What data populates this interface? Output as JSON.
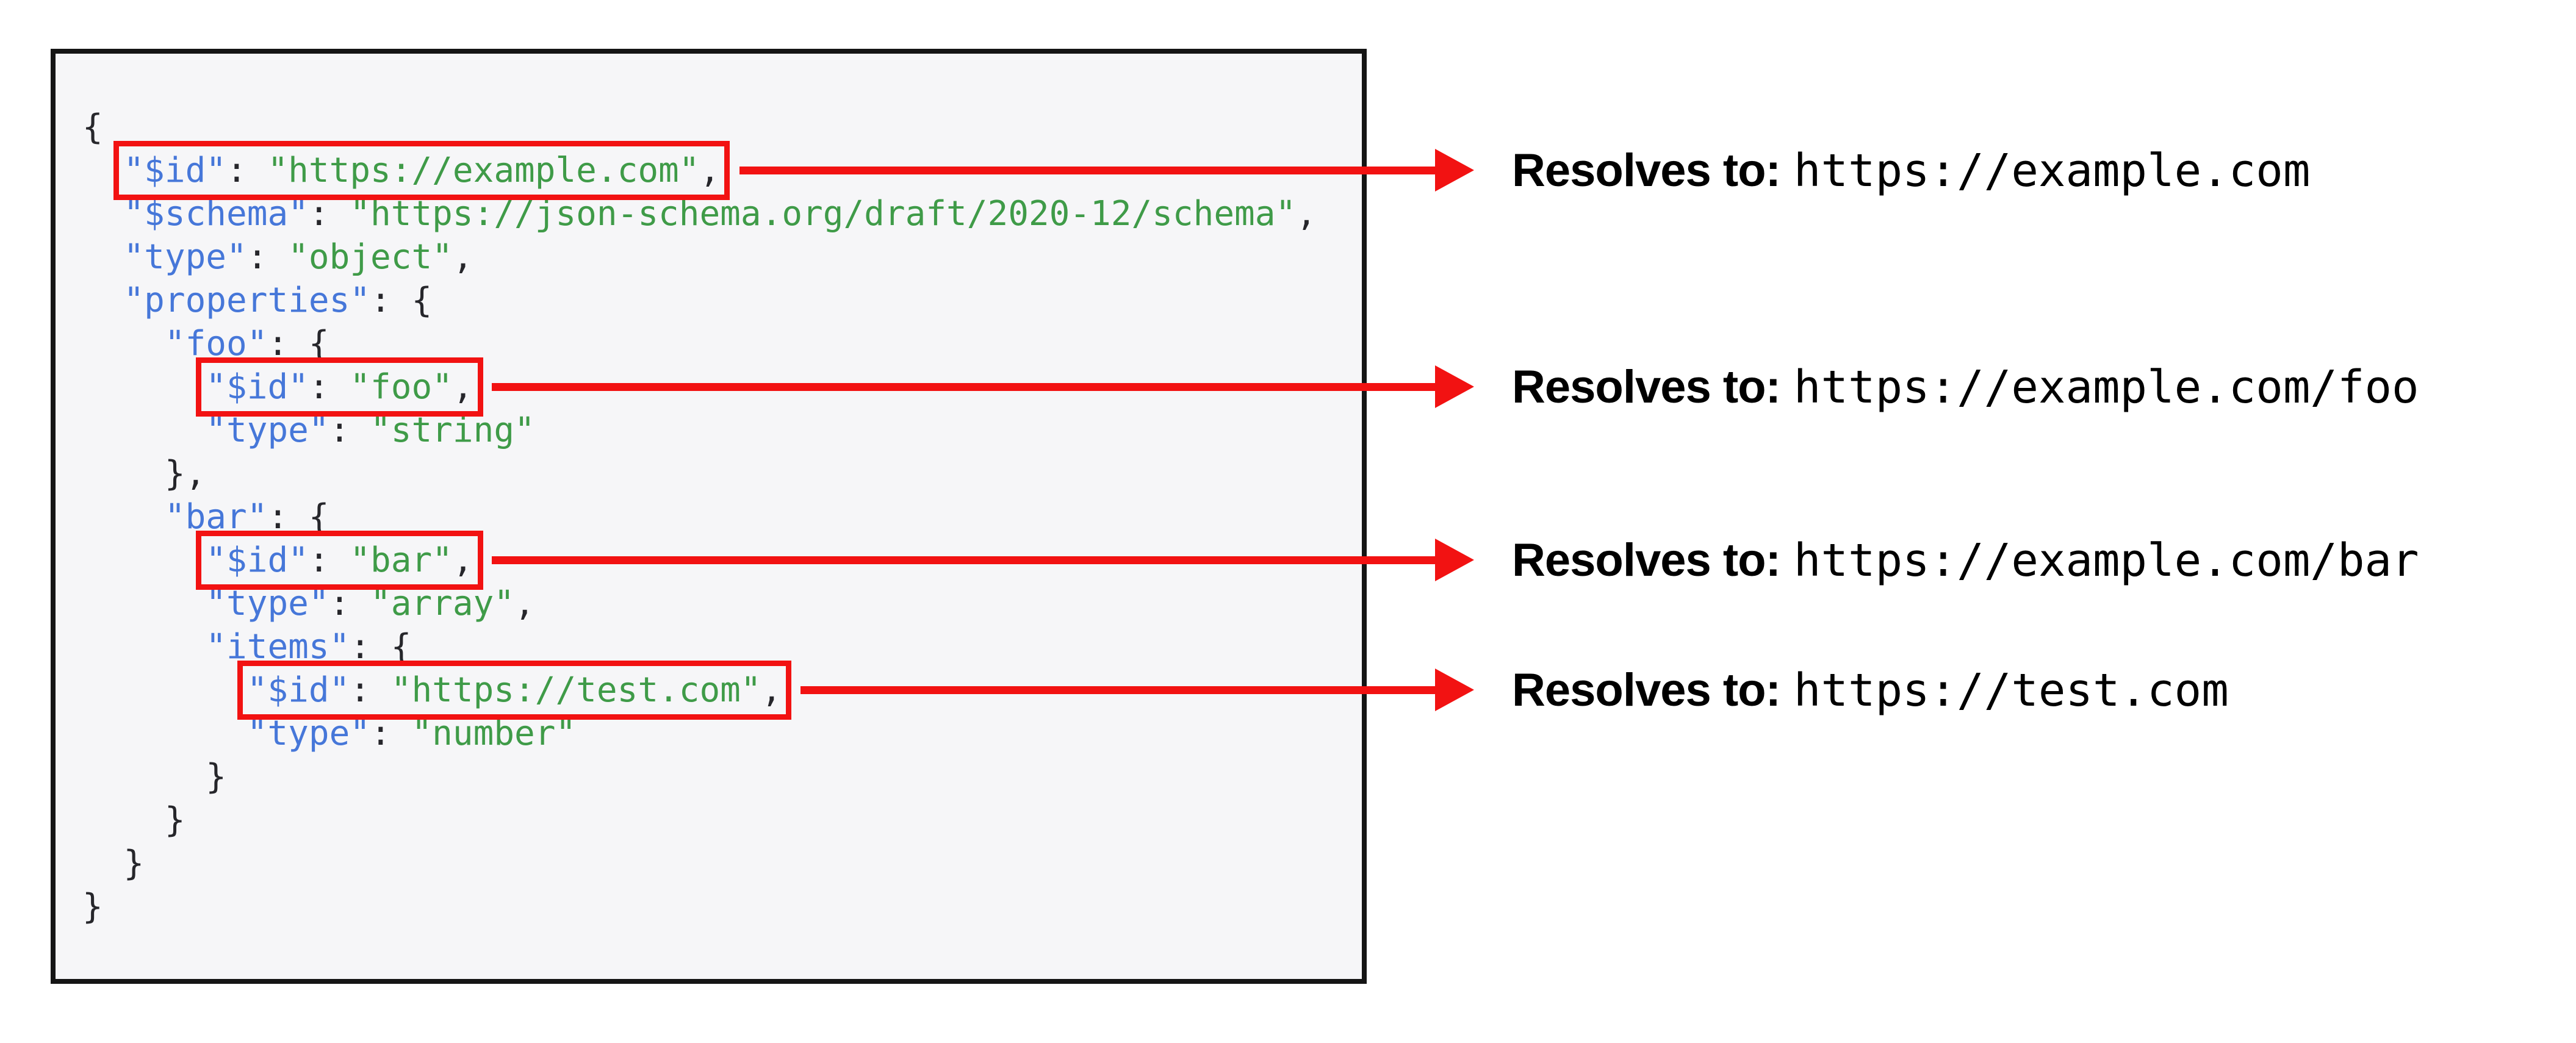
{
  "diagram": {
    "description_colors": {
      "key_blue": "#4677d9",
      "string_green": "#3f9b48",
      "punctuation": "#26262b",
      "highlight_red": "#f21212",
      "panel_background": "#f6f6f8",
      "panel_border": "#151515",
      "annotation_text": "#000000"
    }
  },
  "code_panel": {
    "lines": [
      {
        "indent": 0,
        "boxed": false,
        "tokens": [
          {
            "c": "p",
            "t": "{"
          }
        ]
      },
      {
        "indent": 2,
        "boxed": true,
        "tokens": [
          {
            "c": "k",
            "t": "\"$id\""
          },
          {
            "c": "p",
            "t": ": "
          },
          {
            "c": "s",
            "t": "\"https://example.com\""
          },
          {
            "c": "p",
            "t": ","
          }
        ]
      },
      {
        "indent": 2,
        "boxed": false,
        "tokens": [
          {
            "c": "k",
            "t": "\"$schema\""
          },
          {
            "c": "p",
            "t": ": "
          },
          {
            "c": "s",
            "t": "\"https://json-schema.org/draft/2020-12/schema\""
          },
          {
            "c": "p",
            "t": ","
          }
        ]
      },
      {
        "indent": 2,
        "boxed": false,
        "tokens": [
          {
            "c": "k",
            "t": "\"type\""
          },
          {
            "c": "p",
            "t": ": "
          },
          {
            "c": "s",
            "t": "\"object\""
          },
          {
            "c": "p",
            "t": ","
          }
        ]
      },
      {
        "indent": 2,
        "boxed": false,
        "tokens": [
          {
            "c": "k",
            "t": "\"properties\""
          },
          {
            "c": "p",
            "t": ": {"
          }
        ]
      },
      {
        "indent": 4,
        "boxed": false,
        "tokens": [
          {
            "c": "k",
            "t": "\"foo\""
          },
          {
            "c": "p",
            "t": ": {"
          }
        ]
      },
      {
        "indent": 6,
        "boxed": true,
        "tokens": [
          {
            "c": "k",
            "t": "\"$id\""
          },
          {
            "c": "p",
            "t": ": "
          },
          {
            "c": "s",
            "t": "\"foo\""
          },
          {
            "c": "p",
            "t": ","
          }
        ]
      },
      {
        "indent": 6,
        "boxed": false,
        "tokens": [
          {
            "c": "k",
            "t": "\"type\""
          },
          {
            "c": "p",
            "t": ": "
          },
          {
            "c": "s",
            "t": "\"string\""
          }
        ]
      },
      {
        "indent": 4,
        "boxed": false,
        "tokens": [
          {
            "c": "p",
            "t": "},"
          }
        ]
      },
      {
        "indent": 4,
        "boxed": false,
        "tokens": [
          {
            "c": "k",
            "t": "\"bar\""
          },
          {
            "c": "p",
            "t": ": {"
          }
        ]
      },
      {
        "indent": 6,
        "boxed": true,
        "tokens": [
          {
            "c": "k",
            "t": "\"$id\""
          },
          {
            "c": "p",
            "t": ": "
          },
          {
            "c": "s",
            "t": "\"bar\""
          },
          {
            "c": "p",
            "t": ","
          }
        ]
      },
      {
        "indent": 6,
        "boxed": false,
        "tokens": [
          {
            "c": "k",
            "t": "\"type\""
          },
          {
            "c": "p",
            "t": ": "
          },
          {
            "c": "s",
            "t": "\"array\""
          },
          {
            "c": "p",
            "t": ","
          }
        ]
      },
      {
        "indent": 6,
        "boxed": false,
        "tokens": [
          {
            "c": "k",
            "t": "\"items\""
          },
          {
            "c": "p",
            "t": ": {"
          }
        ]
      },
      {
        "indent": 8,
        "boxed": true,
        "tokens": [
          {
            "c": "k",
            "t": "\"$id\""
          },
          {
            "c": "p",
            "t": ": "
          },
          {
            "c": "s",
            "t": "\"https://test.com\""
          },
          {
            "c": "p",
            "t": ","
          }
        ]
      },
      {
        "indent": 8,
        "boxed": false,
        "tokens": [
          {
            "c": "k",
            "t": "\"type\""
          },
          {
            "c": "p",
            "t": ": "
          },
          {
            "c": "s",
            "t": "\"number\""
          }
        ]
      },
      {
        "indent": 6,
        "boxed": false,
        "tokens": [
          {
            "c": "p",
            "t": "}"
          }
        ]
      },
      {
        "indent": 4,
        "boxed": false,
        "tokens": [
          {
            "c": "p",
            "t": "}"
          }
        ]
      },
      {
        "indent": 2,
        "boxed": false,
        "tokens": [
          {
            "c": "p",
            "t": "}"
          }
        ]
      },
      {
        "indent": 0,
        "boxed": false,
        "tokens": [
          {
            "c": "p",
            "t": "}"
          }
        ]
      }
    ]
  },
  "annotations": [
    {
      "label": "Resolves to:",
      "value": "https://example.com"
    },
    {
      "label": "Resolves to:",
      "value": "https://example.com/foo"
    },
    {
      "label": "Resolves to:",
      "value": "https://example.com/bar"
    },
    {
      "label": "Resolves to:",
      "value": "https://test.com"
    }
  ]
}
